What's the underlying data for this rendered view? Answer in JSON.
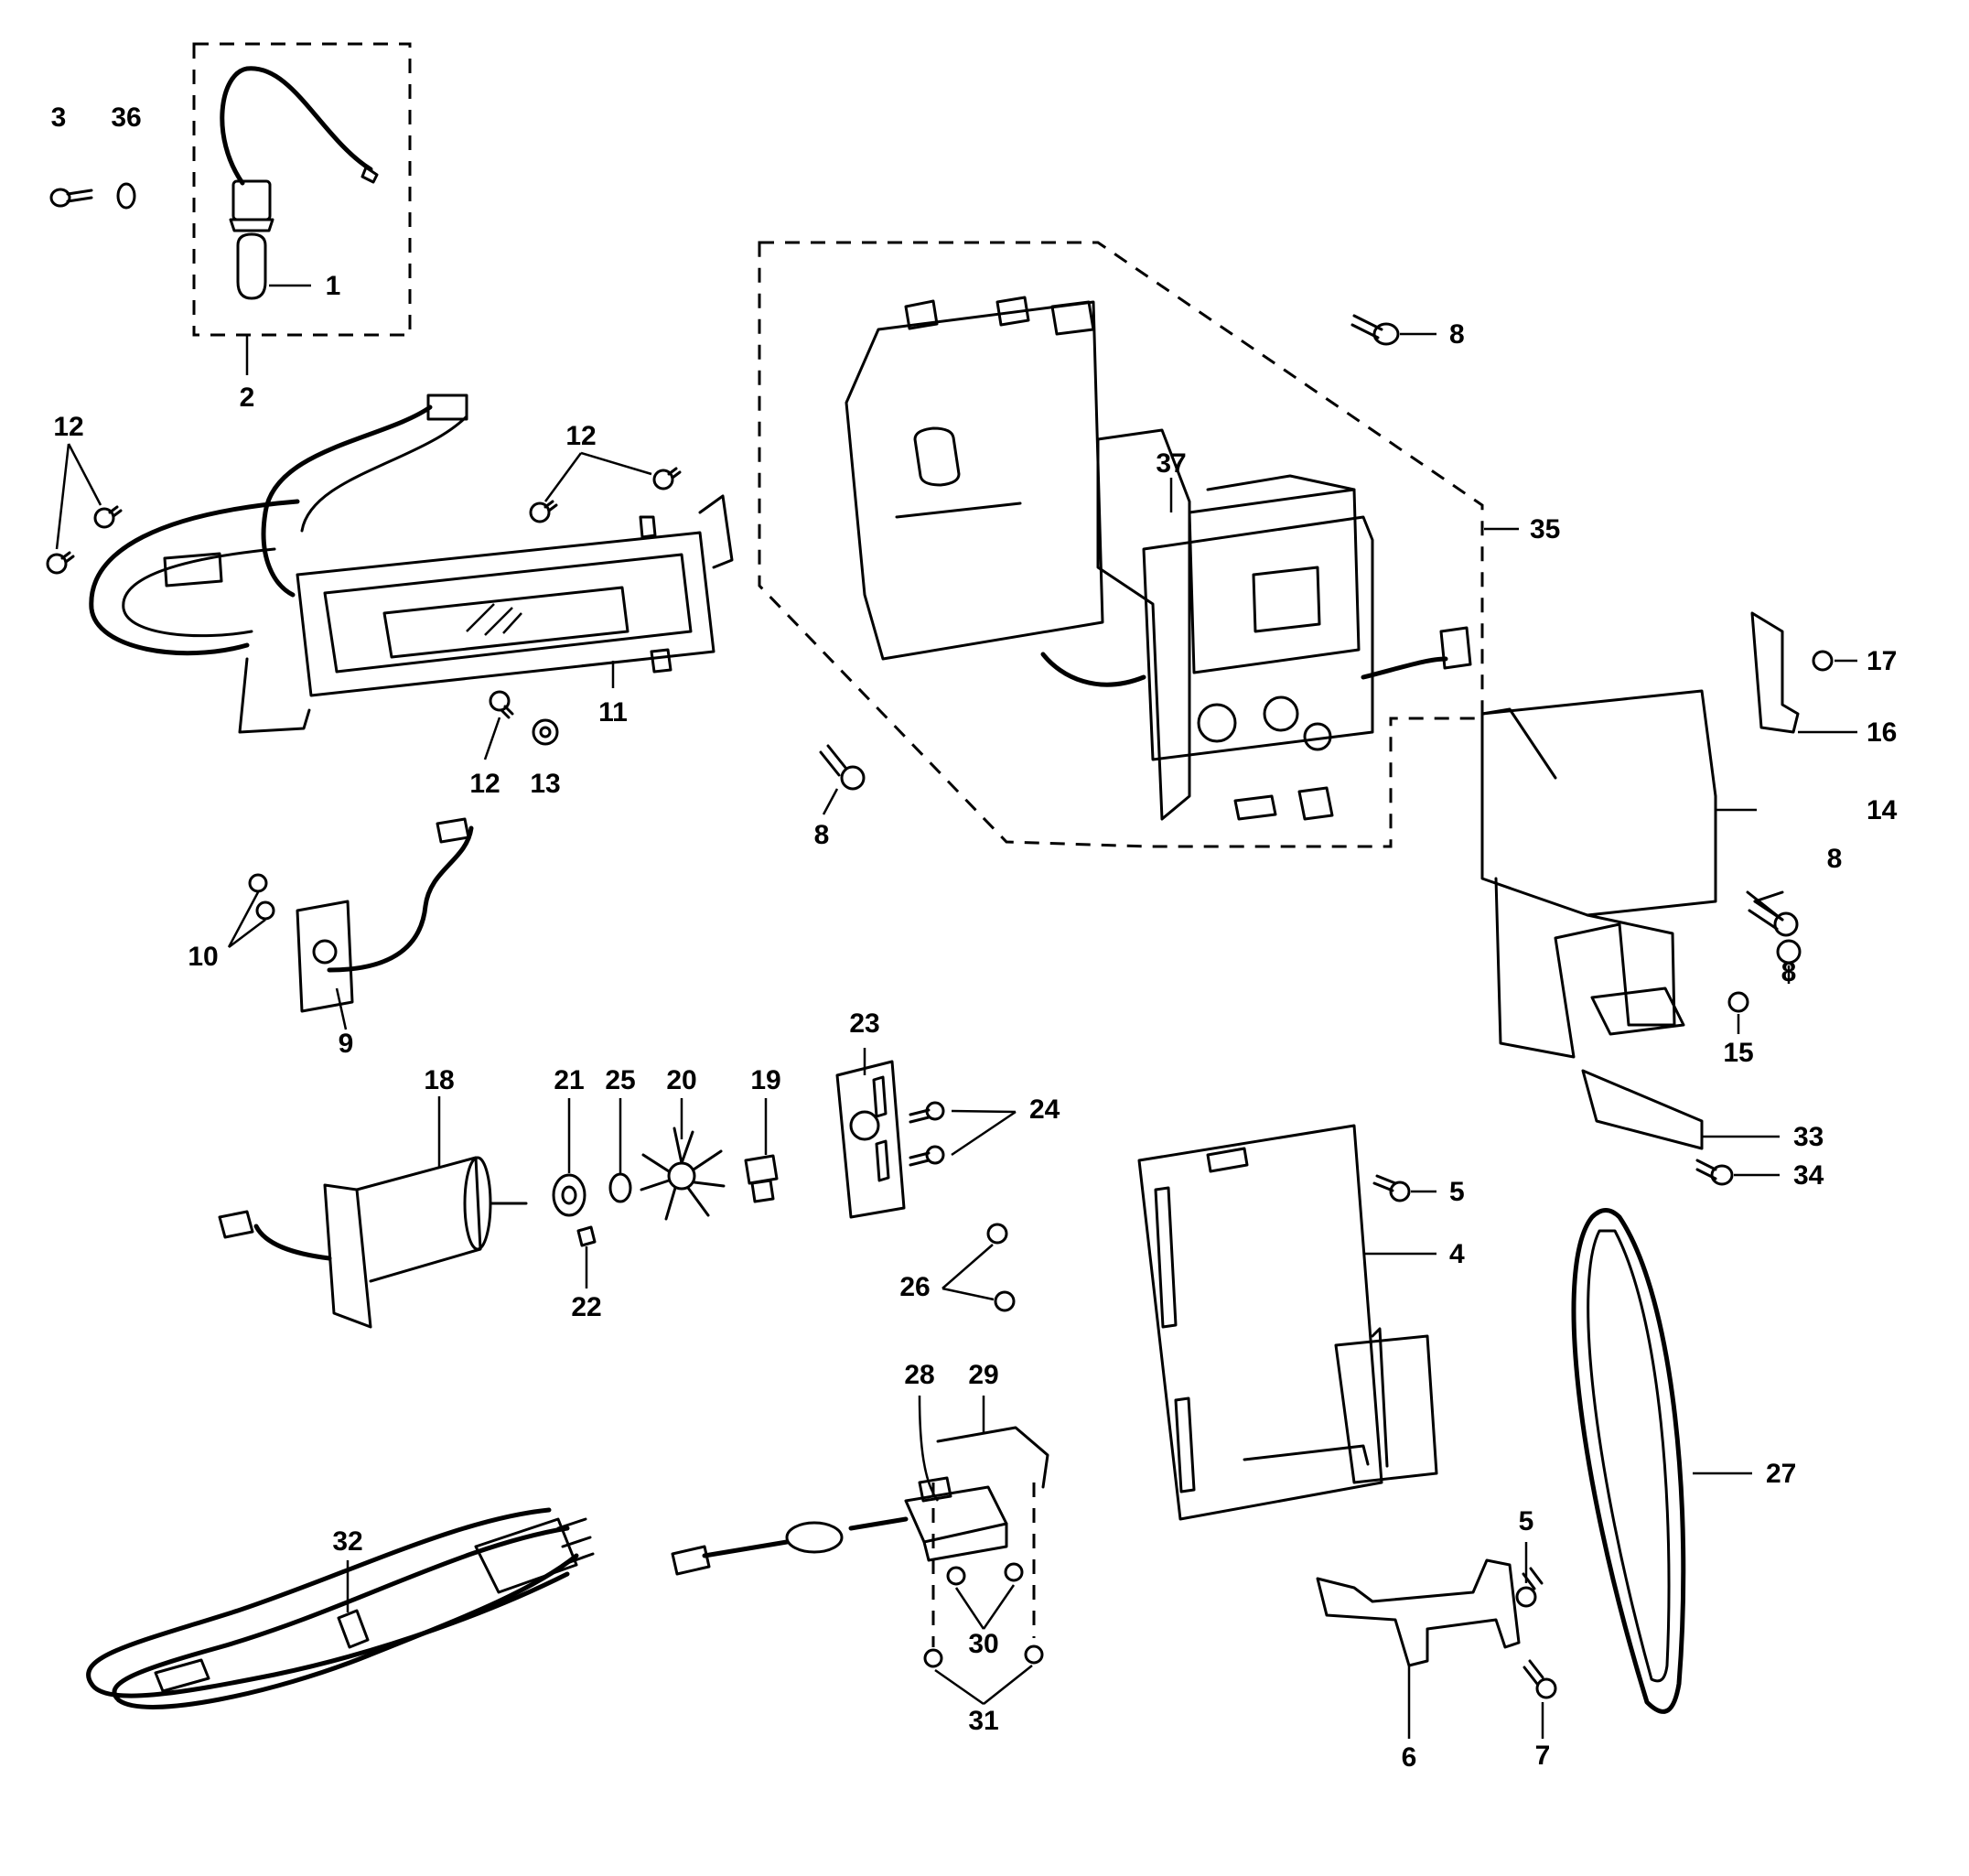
{
  "labels": {
    "l1": "1",
    "l2": "2",
    "l3": "3",
    "l36": "36",
    "l12a": "12",
    "l12b": "12",
    "l12c": "12",
    "l11": "11",
    "l13": "13",
    "l10": "10",
    "l9": "9",
    "l8a": "8",
    "l8b": "8",
    "l8c": "8",
    "l8d": "8",
    "l37": "37",
    "l35": "35",
    "l17": "17",
    "l16": "16",
    "l14": "14",
    "l15": "15",
    "l33": "33",
    "l34": "34",
    "l18": "18",
    "l21": "21",
    "l25": "25",
    "l20": "20",
    "l19": "19",
    "l22": "22",
    "l23": "23",
    "l24": "24",
    "l26": "26",
    "l5a": "5",
    "l5b": "5",
    "l4": "4",
    "l28": "28",
    "l29": "29",
    "l30": "30",
    "l31": "31",
    "l32": "32",
    "l27": "27",
    "l6": "6",
    "l7": "7"
  }
}
